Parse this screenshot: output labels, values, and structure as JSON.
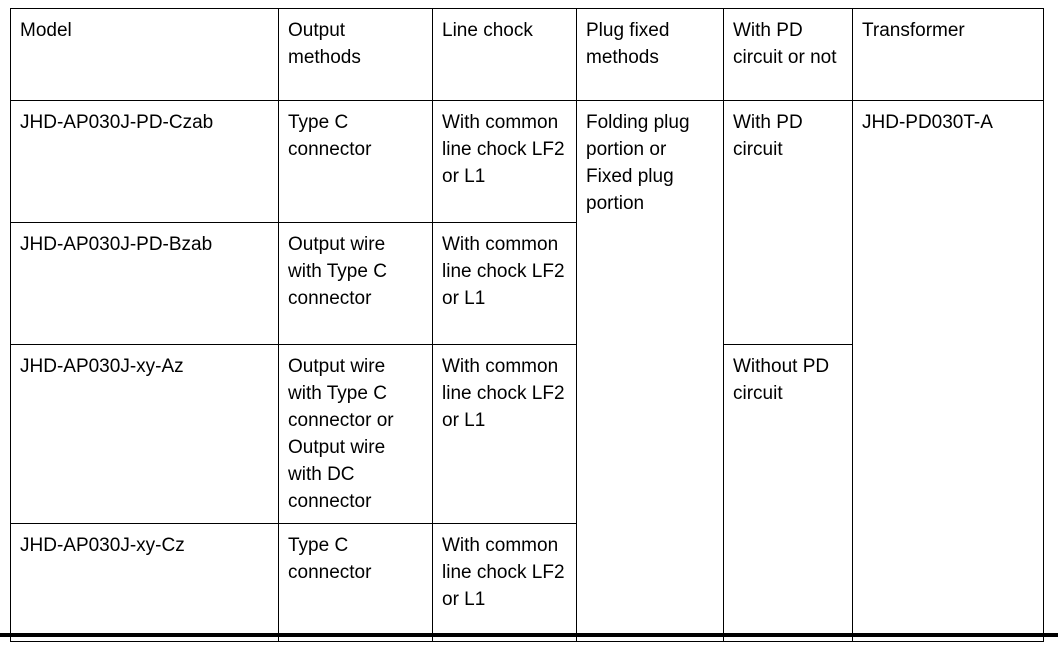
{
  "table": {
    "headers": [
      "Model",
      "Output methods",
      "Line chock",
      "Plug fixed methods",
      "With PD circuit or not",
      "Transformer"
    ],
    "rows": [
      {
        "model": "JHD-AP030J-PD-Czab",
        "output_methods": "Type C connector",
        "line_chock": "With common line chock LF2 or L1"
      },
      {
        "model": "JHD-AP030J-PD-Bzab",
        "output_methods": "Output wire with Type C connector",
        "line_chock": "With common line chock LF2 or L1"
      },
      {
        "model": "JHD-AP030J-xy-Az",
        "output_methods": "Output wire with Type C connector or Output wire with DC connector",
        "line_chock": "With common line chock LF2 or L1"
      },
      {
        "model": "JHD-AP030J-xy-Cz",
        "output_methods": "Type C connector",
        "line_chock": "With common line chock LF2 or L1"
      }
    ],
    "plug_fixed_methods": "Folding plug portion or Fixed plug portion",
    "pd_with": "With PD circuit",
    "pd_without": "Without PD circuit",
    "transformer": "JHD-PD030T-A"
  }
}
